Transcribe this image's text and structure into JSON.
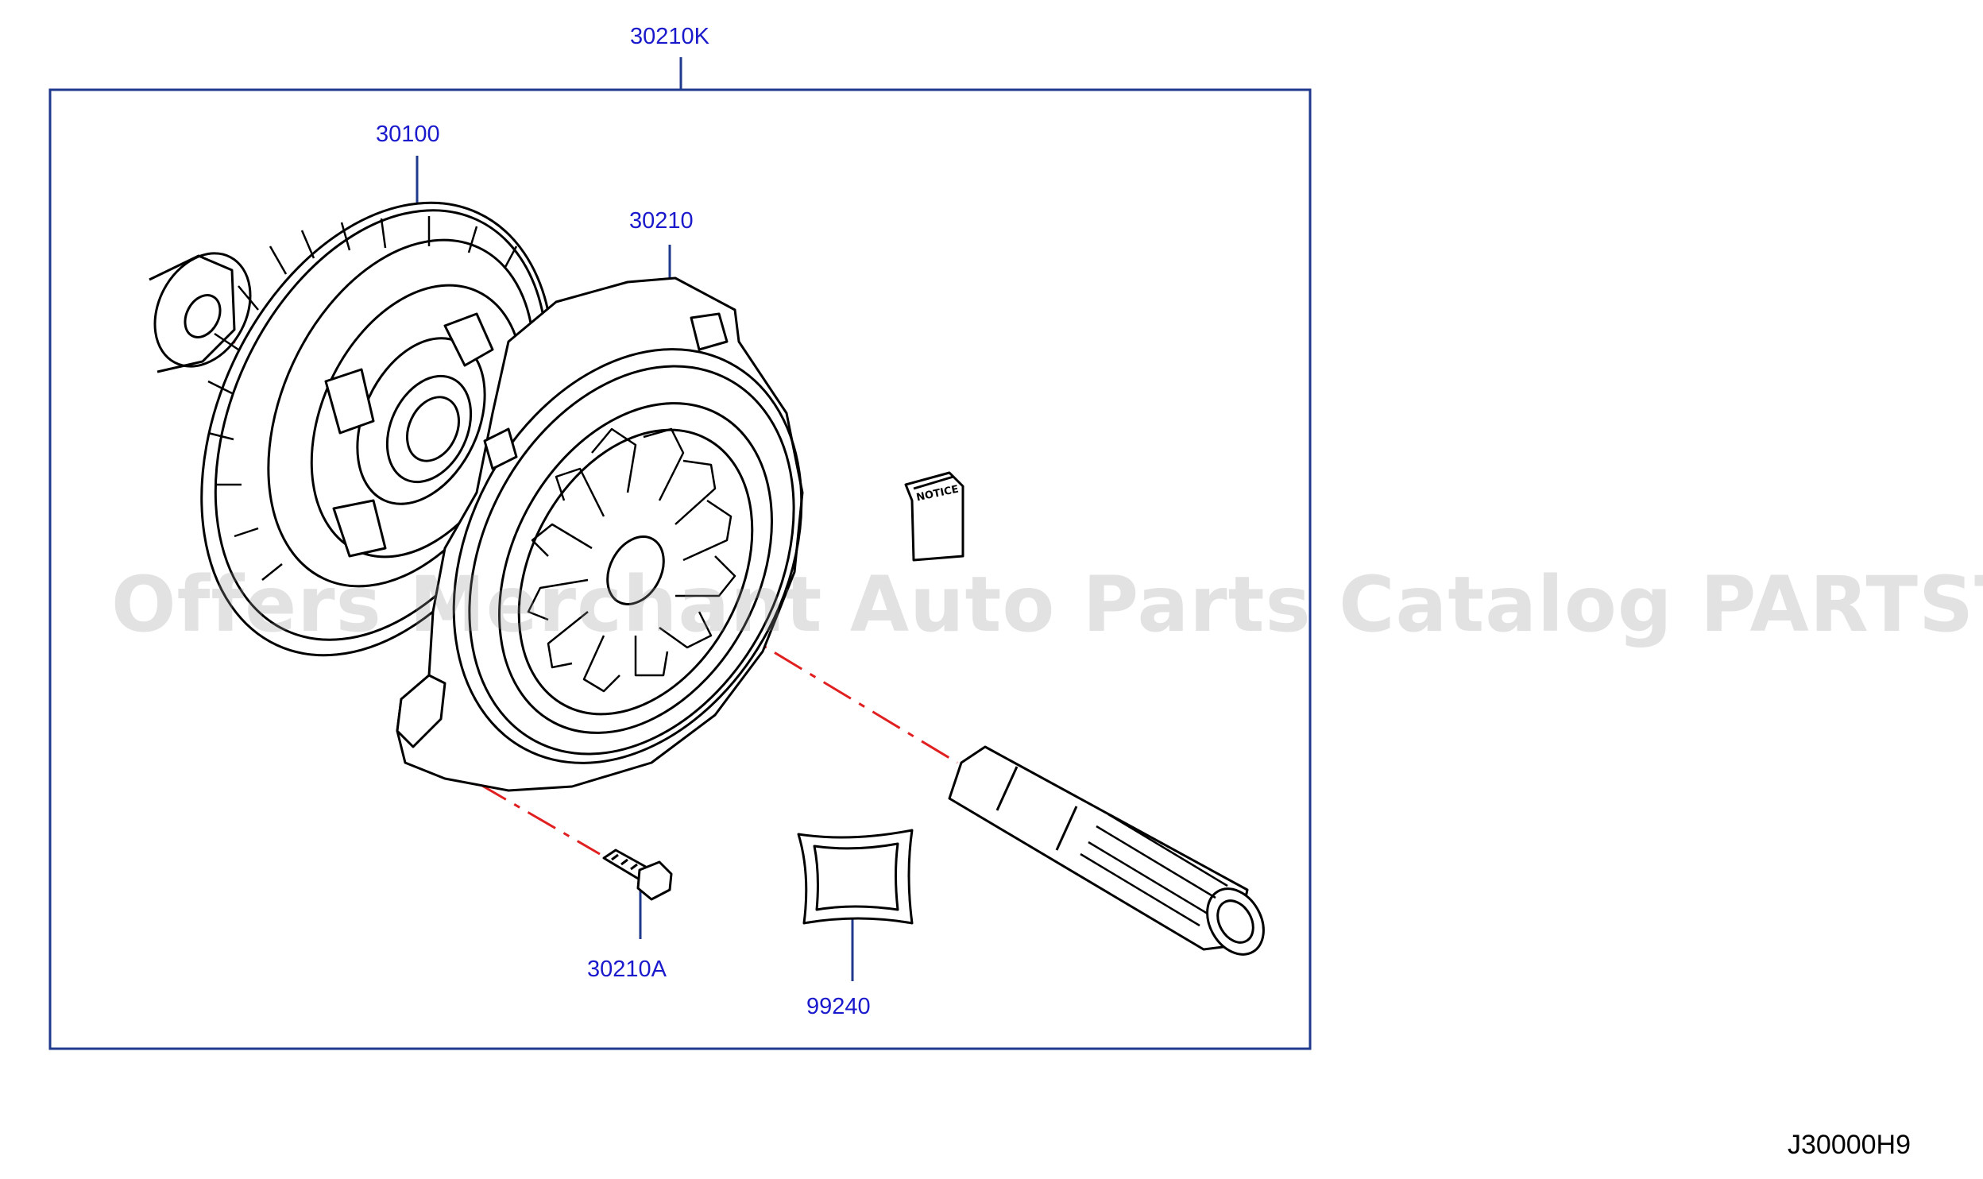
{
  "callouts": {
    "kit": "30210K",
    "disc": "30100",
    "cover": "30210",
    "bolt": "30210A",
    "grease": "99240"
  },
  "notice_text": "NOTICE",
  "diagram_id": "J30000H9",
  "watermark": "Offers Merchant Auto Parts Catalog PARTSTORE.SA",
  "colors": {
    "callout": "#1a1acc",
    "frame": "#1f3a8c",
    "centerline": "#e02020",
    "linework": "#000000"
  }
}
